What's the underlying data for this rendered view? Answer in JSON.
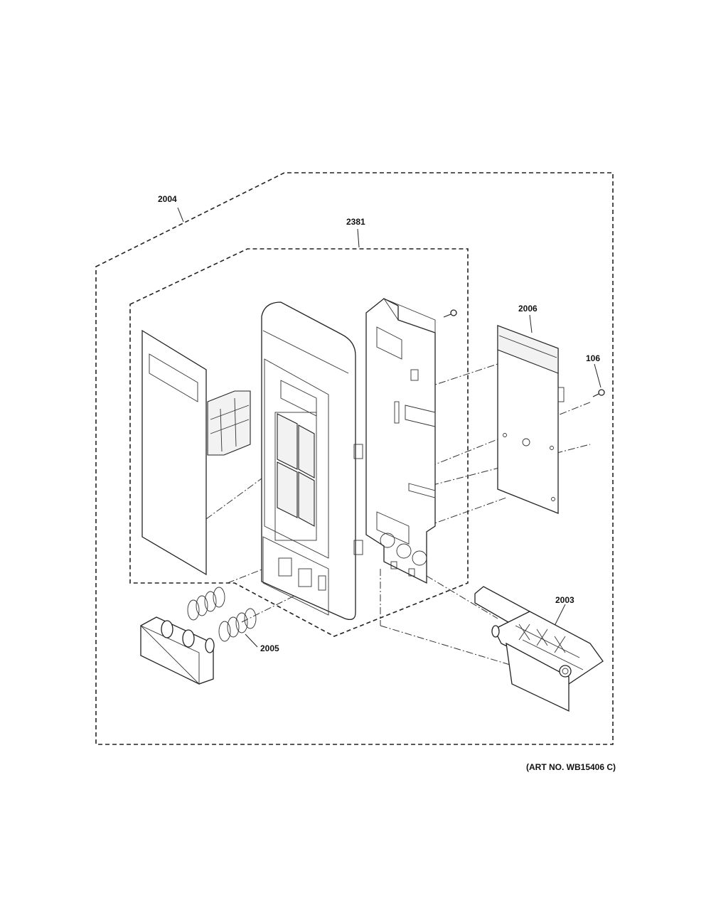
{
  "callouts": {
    "c2004": "2004",
    "c2381": "2381",
    "c2006": "2006",
    "c106": "106",
    "c2003": "2003",
    "c2005": "2005"
  },
  "art_number": "(ART NO. WB15406 C)"
}
